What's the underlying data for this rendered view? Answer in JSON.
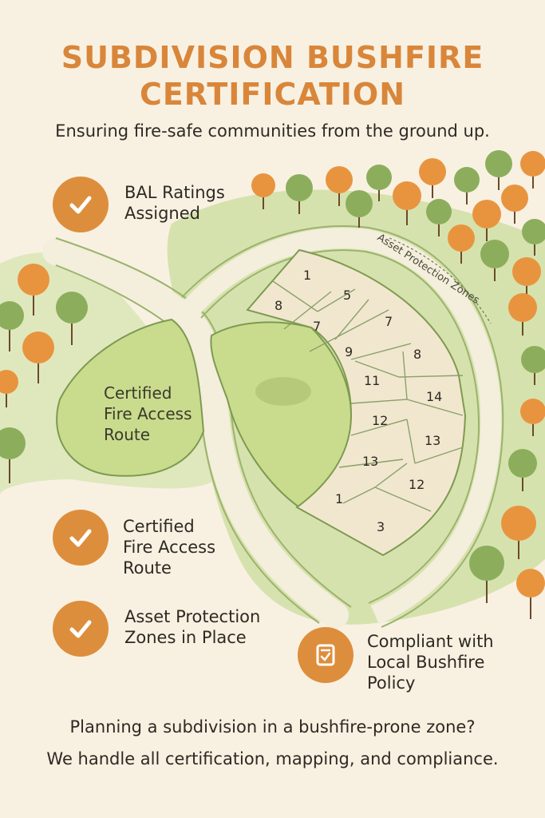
{
  "header": {
    "title_line1": "SUBDIVISION BUSHFIRE",
    "title_line2": "CERTIFICATION",
    "subtitle": "Ensuring fire-safe communities from the ground up."
  },
  "features": {
    "bal": {
      "line1": "BAL Ratings",
      "line2": "Assigned",
      "icon": "check-icon"
    },
    "access": {
      "line1": "Certified",
      "line2": "Fire Access",
      "line3": "Route",
      "icon": "check-icon"
    },
    "apz": {
      "line1": "Asset Protection",
      "line2": "Zones in Place",
      "icon": "check-icon"
    },
    "policy": {
      "line1": "Compliant with",
      "line2": "Local Bushfire",
      "line3": "Policy",
      "icon": "document-check-icon"
    }
  },
  "map": {
    "route_label": {
      "line1": "Certified",
      "line2": "Fire Access",
      "line3": "Route"
    },
    "apz_label": "Asset Protection Zones",
    "lots": [
      "1",
      "5",
      "8",
      "7",
      "7",
      "9",
      "8",
      "11",
      "14",
      "12",
      "13",
      "13",
      "12",
      "1",
      "3"
    ]
  },
  "cta": {
    "question": "Planning a subdivision in a bushfire-prone zone?",
    "statement": "We handle all certification, mapping, and compliance."
  },
  "colors": {
    "accent_orange": "#dd8e3c",
    "title_orange": "#d9863a",
    "green_light": "#d3e0a8",
    "green_dark": "#8aa95c",
    "lot_fill": "#f1e7cf",
    "background": "#f8f1e2"
  }
}
